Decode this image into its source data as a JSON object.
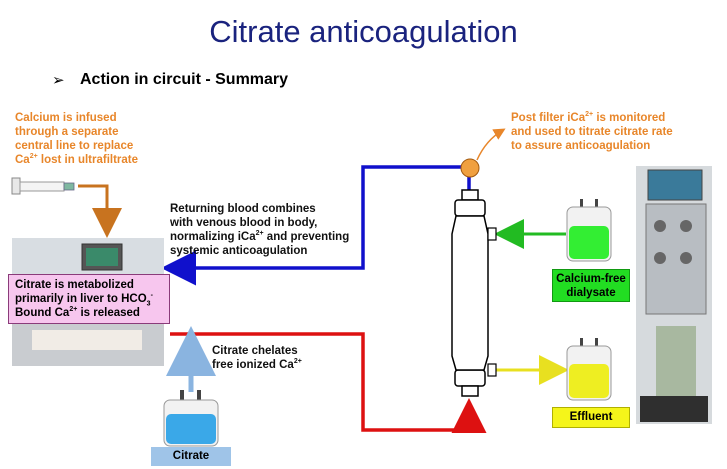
{
  "title": "Citrate anticoagulation",
  "subtitle": {
    "bullet": "➢",
    "text": "Action in circuit - Summary"
  },
  "calcium_note": {
    "line1": "Calcium is infused",
    "line2": "through a separate",
    "line3": "central line to replace",
    "line4_ca": "Ca",
    "line4_sup": "2+",
    "line4_rest": " lost in ultrafiltrate"
  },
  "post_filter_note": {
    "line1_a": "Post filter iCa",
    "line1_sup": "2+",
    "line1_b": " is monitored",
    "line2": "and used to titrate citrate rate",
    "line3": "to assure anticoagulation"
  },
  "returning_note": {
    "line1": "Returning blood combines",
    "line2": "with venous blood in body,",
    "line3_a": "normalizing iCa",
    "line3_sup": "2+",
    "line3_b": " and preventing",
    "line4": "systemic anticoagulation"
  },
  "metabolized_box": {
    "line1": "Citrate is metabolized",
    "line2_a": "primarily in liver to HCO",
    "line2_sub": "3",
    "line2_sup": "-",
    "line3_a": "Bound Ca",
    "line3_sup": "2+",
    "line3_b": " is released"
  },
  "chelates_note": {
    "line1": "Citrate chelates",
    "line2_a": "free ionized Ca",
    "line2_sup": "2+"
  },
  "labels": {
    "dialysate_line1": "Calcium-free",
    "dialysate_line2": "dialysate",
    "effluent": "Effluent",
    "citrate": "Citrate"
  },
  "colors": {
    "title": "#1a237e",
    "return_line": "#1010cc",
    "access_line": "#dd1111",
    "calcium_line": "#c8731f",
    "dialysate_line": "#22bb22",
    "effluent_line": "#e8e020",
    "citrate_line": "#8ab4e0",
    "monitor_dot": "#f0a040",
    "note_orange": "#e8862a"
  }
}
